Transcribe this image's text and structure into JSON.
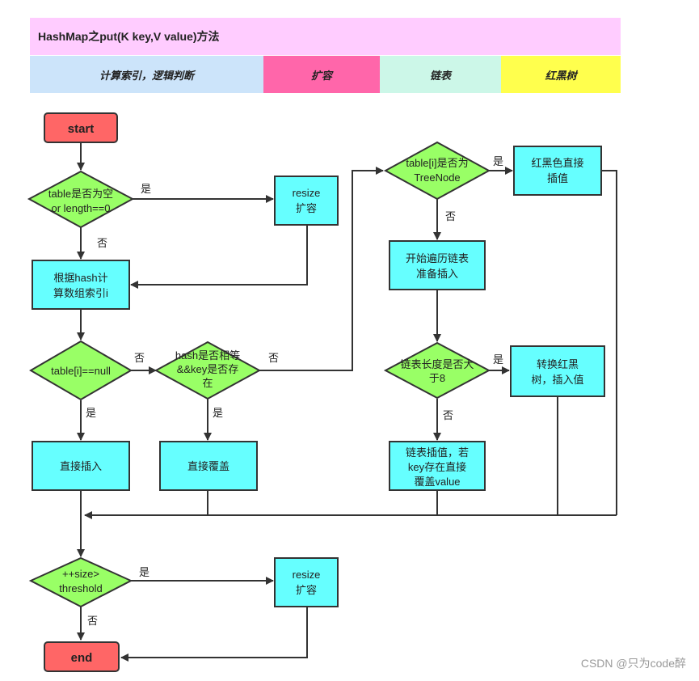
{
  "header": {
    "title": "HashMap之put(K key,V value)方法",
    "legend": [
      {
        "label": "计算索引，逻辑判断",
        "color": "#cce4fa"
      },
      {
        "label": "扩容",
        "color": "#ff66aa"
      },
      {
        "label": "链表",
        "color": "#ccf7e8"
      },
      {
        "label": "红黑树",
        "color": "#ffff4d"
      }
    ]
  },
  "colors": {
    "terminal": "#ff6666",
    "process": "#66ffff",
    "decision": "#99ff66"
  },
  "nodes": {
    "start": "start",
    "d_empty": [
      "table是否为空",
      "or length==0"
    ],
    "resize1": [
      "resize",
      "扩容"
    ],
    "calc_index": [
      "根据hash计",
      "算数组索引i"
    ],
    "d_null": [
      "table[i]==null"
    ],
    "d_key_exists": [
      "hash是否相等",
      "&&key是否存",
      "在"
    ],
    "insert_direct": [
      "直接插入"
    ],
    "overwrite": [
      "直接覆盖"
    ],
    "d_treenode": [
      "table[i]是否为",
      "TreeNode"
    ],
    "rb_insert": [
      "红黑色直接",
      "插值"
    ],
    "traverse_list": [
      "开始遍历链表",
      "准备插入"
    ],
    "d_len8": [
      "链表长度是否大",
      "于8"
    ],
    "to_rbtree": [
      "转换红黑",
      "树，插入值"
    ],
    "list_insert": [
      "链表插值，若",
      "key存在直接",
      "覆盖value"
    ],
    "d_threshold": [
      "++size>",
      "threshold"
    ],
    "resize2": [
      "resize",
      "扩容"
    ],
    "end": "end"
  },
  "labels": {
    "yes": "是",
    "no": "否"
  },
  "watermark": "CSDN @只为code醉"
}
